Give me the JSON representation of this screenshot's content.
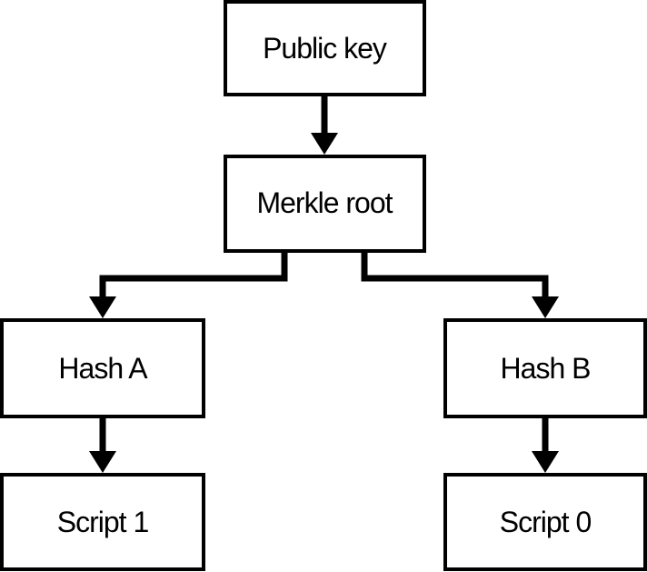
{
  "nodes": {
    "public_key": "Public key",
    "merkle_root": "Merkle root",
    "hash_a": "Hash A",
    "hash_b": "Hash B",
    "script_1": "Script 1",
    "script_0": "Script 0"
  },
  "colors": {
    "stroke": "#000000",
    "fill": "#ffffff"
  }
}
